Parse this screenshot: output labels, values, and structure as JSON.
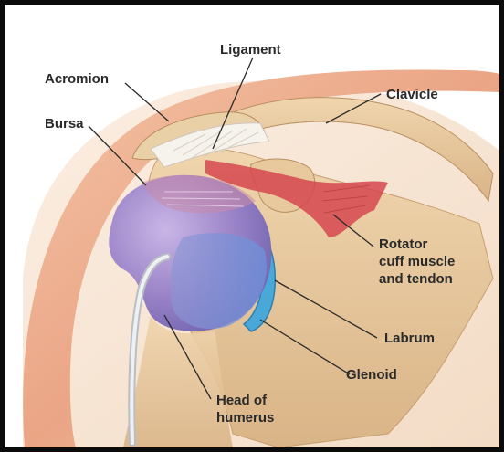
{
  "labels": {
    "acromion": "Acromion",
    "ligament": "Ligament",
    "clavicle": "Clavicle",
    "bursa": "Bursa",
    "rotator_cuff": [
      "Rotator",
      "cuff muscle",
      "and tendon"
    ],
    "labrum": "Labrum",
    "glenoid": "Glenoid",
    "head_of_humerus": [
      "Head of",
      "humerus"
    ]
  },
  "colors": {
    "frame": "#0b0b0b",
    "background": "#ffffff",
    "skin": "#e9a585",
    "bone": "#e2c295",
    "bursa": "#9a8acb",
    "muscle": "#d6474f",
    "labrum": "#4aa8d8",
    "nerve": "#dfe3e7",
    "label_text": "#2a2a2a"
  }
}
